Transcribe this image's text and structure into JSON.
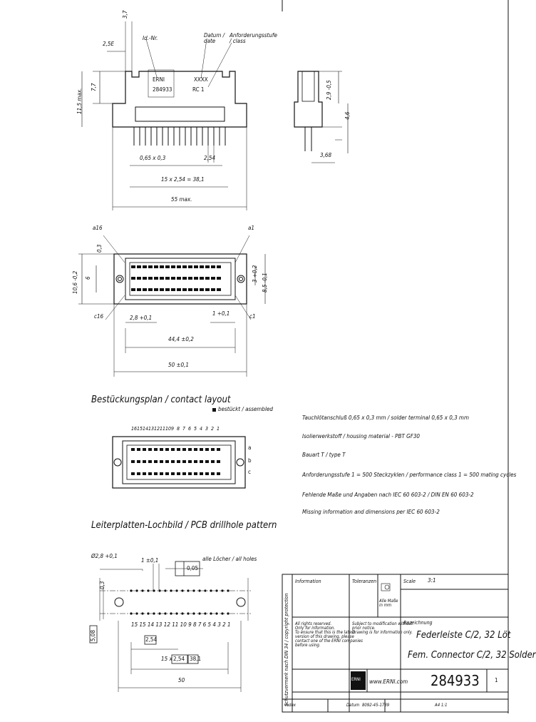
{
  "top_view": {
    "dims": {
      "d37": "3,7",
      "d25": "2,5E",
      "d77": "7,7",
      "d115": "11,5 max.",
      "pitch_pin": "0,65 x 0,3",
      "pitch": "2,54",
      "span": "15 x 2,54 = 38,1",
      "width": "55 max."
    },
    "callouts": {
      "id": "Id.-Nr.",
      "date": "Datum / date",
      "class": "Anforderungsstufe / class"
    },
    "marking": {
      "brand": "ERNI",
      "part": "284933",
      "date": "XXXX",
      "class": "RC 1"
    }
  },
  "side_view": {
    "d29": "2,9 -0,5",
    "d46": "4,6",
    "d368": "3,68"
  },
  "front_view": {
    "a16_top": "a16",
    "a1_top": "a1",
    "c16": "c16",
    "c1": "c1",
    "d03": "0,3",
    "d106": "10,6 -0,2",
    "d6": "6",
    "d28": "2,8 +0,1",
    "d1": "1 +0,1",
    "d3": "3 +0,2",
    "d85": "8,5 -0,1",
    "d44": "44,4 ±0,2",
    "d50": "50 ±0,1"
  },
  "contact_layout": {
    "title": "Bestückungsplan / contact layout",
    "legend": "bestückt / assembled",
    "numbers": [
      "16",
      "15",
      "14",
      "13",
      "12",
      "11",
      "10",
      "9",
      "8",
      "7",
      "6",
      "5",
      "4",
      "3",
      "2",
      "1"
    ],
    "rows": [
      "a",
      "b",
      "c"
    ]
  },
  "specs": [
    "Tauchlötanschluß 0,65 x 0,3 mm / solder terminal 0,65 x 0,3 mm",
    "Isolierwerkstoff / housing material  -  PBT GF30",
    "Bauart  T / type T",
    "Anforderungsstufe 1 = 500 Steckzyklen / performance class 1 = 500 mating cycles",
    "Fehlende Maße und Angaben nach IEC 60 603-2 / DIN EN 60 603-2",
    "Missing information and dimensions per IEC 60 603-2"
  ],
  "pcb": {
    "title": "Leiterplatten-Lochbild / PCB drillhole pattern",
    "hole": "Ø2,8 +0,1",
    "d1": "1 ±0,1",
    "holes_note": "alle Löcher / all holes",
    "tol": "0,05",
    "d03": "0,3",
    "d508": "5,08",
    "d254": "2,54",
    "span_prefix": "15 x",
    "span_a": "2,54",
    "span_b": "38,1",
    "d50": "50",
    "numbers": "15 15 14 13 12 11 10 9 8 7 6 5 4 3 2 1"
  },
  "title_block": {
    "side_text": "Schutzvermerk nach DIN 34 / copyright protection",
    "info_label": "Information",
    "tolerance_label": "Toleranzen",
    "dim_note": "Alle Maße in mm",
    "scale_label": "Scale",
    "scale_value": "3:1",
    "rights": [
      "All rights reserved.",
      "Only for information.",
      "To ensure that this is the latest",
      "version of this drawing, please",
      "contact one of the ERNI companies",
      "before using."
    ],
    "subject": [
      "Subject to modification without",
      "prior notice.",
      "Drawing is for information only."
    ],
    "desc_label": "Bezeichnung",
    "title_de": "Federleiste C/2, 32 Löt",
    "title_en": "Fem. Connector C/2, 32 Solder",
    "logo": "ERNI",
    "web": "www.ERNI.com",
    "part_number": "284933",
    "sheet": "1",
    "rev": "Index",
    "drawn": "Datum",
    "code": "8092-45-1739",
    "format": "A4 1:1"
  }
}
